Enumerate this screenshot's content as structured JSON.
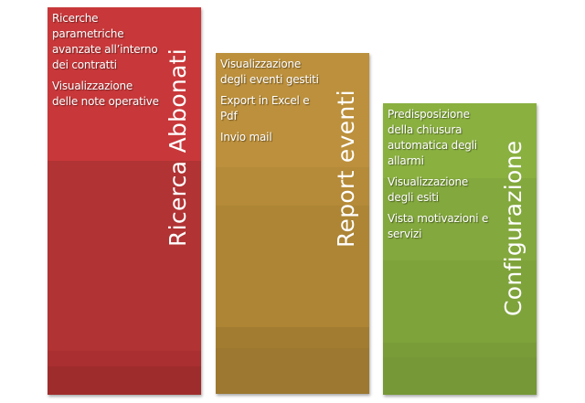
{
  "columns": [
    {
      "id": "ricerca-abbonati",
      "title": "Ricerca Abbonati",
      "color": "#c8383a",
      "items": [
        "Ricerche parametriche avanzate all’interno dei contratti",
        "Visualizzazione delle note operative"
      ]
    },
    {
      "id": "report-eventi",
      "title": "Report eventi",
      "color": "#bc903c",
      "items": [
        "Visualizzazione degli eventi gestiti",
        "Export in Excel e Pdf",
        "Invio mail"
      ]
    },
    {
      "id": "configurazione",
      "title": "Configurazione",
      "color": "#8ab040",
      "items": [
        "Predisposizione della chiusura automatica degli allarmi",
        "Visualizzazione degli esiti",
        "Vista motivazioni e servizi"
      ]
    }
  ]
}
